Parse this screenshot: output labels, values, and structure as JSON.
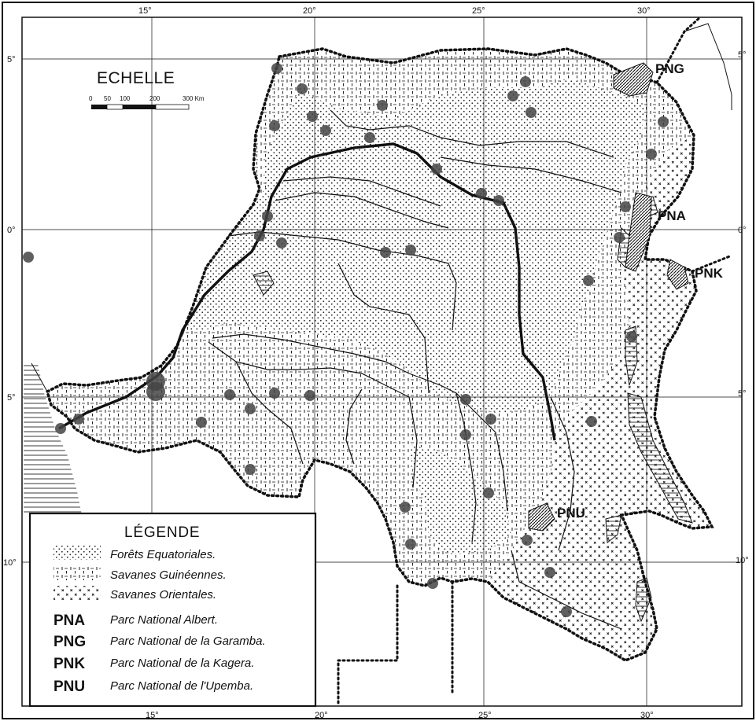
{
  "scale": {
    "title": "ECHELLE",
    "ticks": [
      "0",
      "50",
      "100",
      "200",
      "300 Km"
    ]
  },
  "grid": {
    "top_labels": [
      "15°",
      "20°",
      "25°",
      "30°"
    ],
    "bottom_labels": [
      "15°",
      "20°",
      "25°",
      "30°"
    ],
    "left_labels": [
      "5°",
      "0°",
      "5°",
      "10°"
    ],
    "right_labels": [
      "5°",
      "0°",
      "5°",
      "10°"
    ]
  },
  "parks": [
    {
      "abbr": "PNG"
    },
    {
      "abbr": "PNA"
    },
    {
      "abbr": "PNK"
    },
    {
      "abbr": "PNU"
    }
  ],
  "legend": {
    "title": "LÉGENDE",
    "zones": [
      {
        "name": "Forêts Equatoriales.",
        "pattern": "dots"
      },
      {
        "name": "Savanes Guinéennes.",
        "pattern": "dashes"
      },
      {
        "name": "Savanes Orientales.",
        "pattern": "crosses"
      }
    ],
    "parks": [
      {
        "abbr": "PNA",
        "name": "Parc National Albert."
      },
      {
        "abbr": "PNG",
        "name": "Parc National de la Garamba."
      },
      {
        "abbr": "PNK",
        "name": "Parc National de la Kagera."
      },
      {
        "abbr": "PNU",
        "name": "Parc National de l'Upemba."
      }
    ]
  },
  "colors": {
    "ink": "#111111",
    "paper": "#ffffff",
    "site_marker": "#444444"
  }
}
